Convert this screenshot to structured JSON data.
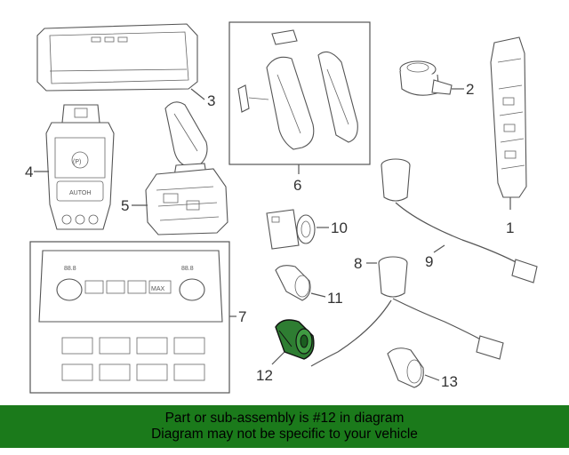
{
  "diagram": {
    "callouts": [
      "1",
      "2",
      "3",
      "4",
      "5",
      "6",
      "7",
      "8",
      "9",
      "10",
      "11",
      "12",
      "13"
    ],
    "highlighted_part": "12",
    "highlight_color": "#2e7d32",
    "part_labels": {
      "parking_brake_button": "AUTOH",
      "parking_brake_symbol": "(P)",
      "climate_temp_left": "88.8",
      "climate_temp_right": "88.8",
      "climate_max_button": "MAX"
    }
  },
  "banner": {
    "line1": "Part or sub-assembly is #12 in diagram",
    "line2": "Diagram may not be specific to your vehicle",
    "background": "#1b7a1b"
  }
}
